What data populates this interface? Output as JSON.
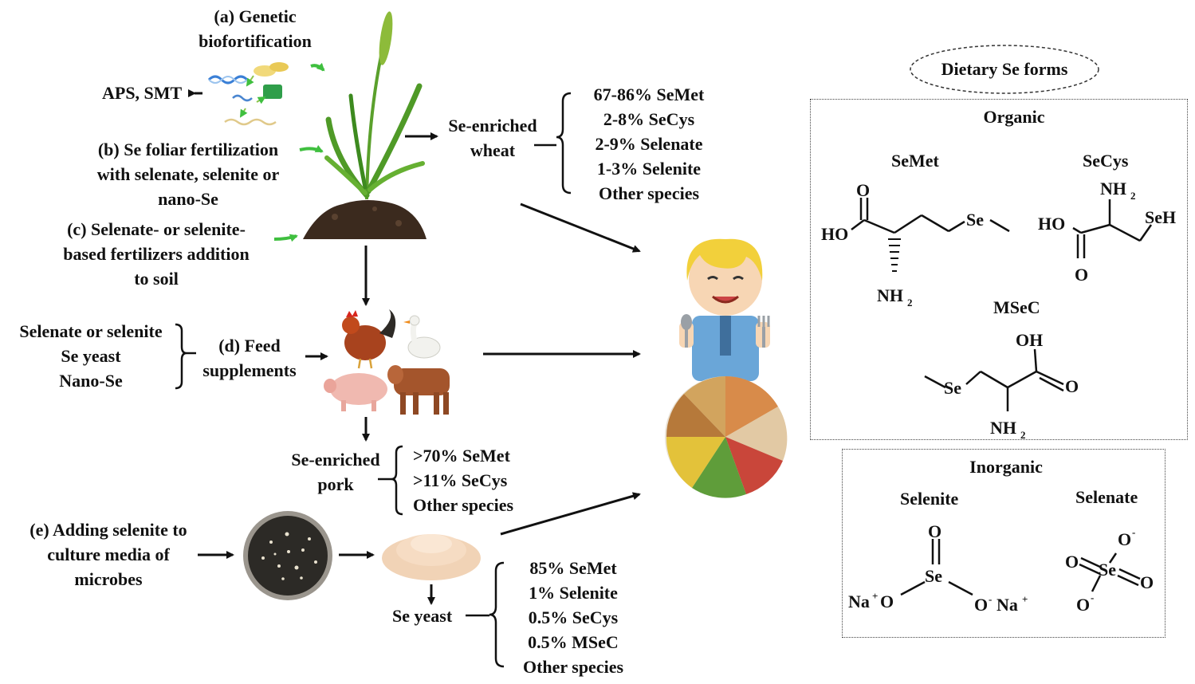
{
  "routes": {
    "a_label": [
      "(a) Genetic",
      "biofortification"
    ],
    "aps": "APS, SMT",
    "b_label": [
      "(b) Se foliar fertilization",
      "with selenate, selenite or",
      "nano-Se"
    ],
    "c_label": [
      "(c) Selenate- or selenite-",
      "based fertilizers addition",
      "to soil"
    ],
    "d_label": [
      "(d) Feed",
      "supplements"
    ],
    "d_sources": [
      "Selenate or selenite",
      "Se yeast",
      "Nano-Se"
    ],
    "e_label": [
      "(e) Adding selenite to",
      "culture media of",
      "microbes"
    ]
  },
  "products": {
    "wheat": {
      "name": [
        "Se-enriched",
        "wheat"
      ],
      "composition": [
        "67-86% SeMet",
        "2-8% SeCys",
        "2-9% Selenate",
        "1-3% Selenite",
        "Other species"
      ]
    },
    "pork": {
      "name": [
        "Se-enriched",
        "pork"
      ],
      "composition": [
        ">70% SeMet",
        ">11% SeCys",
        "Other species"
      ]
    },
    "yeast": {
      "name": "Se yeast",
      "composition": [
        "85% SeMet",
        "1% Selenite",
        "0.5% SeCys",
        "0.5% MSeC",
        "Other species"
      ]
    }
  },
  "forms": {
    "title": "Dietary Se forms",
    "organic": {
      "title": "Organic",
      "semet": "SeMet",
      "secys": "SeCys",
      "msec": "MSeC",
      "atoms": {
        "semet_o": "O",
        "semet_ho": "HO",
        "semet_se": "Se",
        "semet_nh": "NH",
        "semet_nh_sub": "2",
        "secys_nh": "NH",
        "secys_nh_sub": "2",
        "secys_seh": "SeH",
        "secys_ho": "HO",
        "secys_o": "O",
        "msec_oh": "OH",
        "msec_se": "Se",
        "msec_o": "O",
        "msec_nh": "NH",
        "msec_nh_sub": "2"
      }
    },
    "inorganic": {
      "title": "Inorganic",
      "selenite": "Selenite",
      "selenate": "Selenate",
      "atoms": {
        "selenite_o": "O",
        "selenite_se": "Se",
        "na_left": "Na",
        "plus": "+",
        "o_left": "O",
        "o_right": "O",
        "minus": "-",
        "na_right": "Na",
        "selenate_se": "Se",
        "selenate_o": "O",
        "selenate_o_minus": "-"
      }
    }
  },
  "colors": {
    "arrow": "#111111",
    "green_arrow": "#3fbf3f",
    "plant": "#5aa02c",
    "soil": "#3b2a1e",
    "hair": "#f2d03b",
    "shirt": "#6aa6d8"
  }
}
